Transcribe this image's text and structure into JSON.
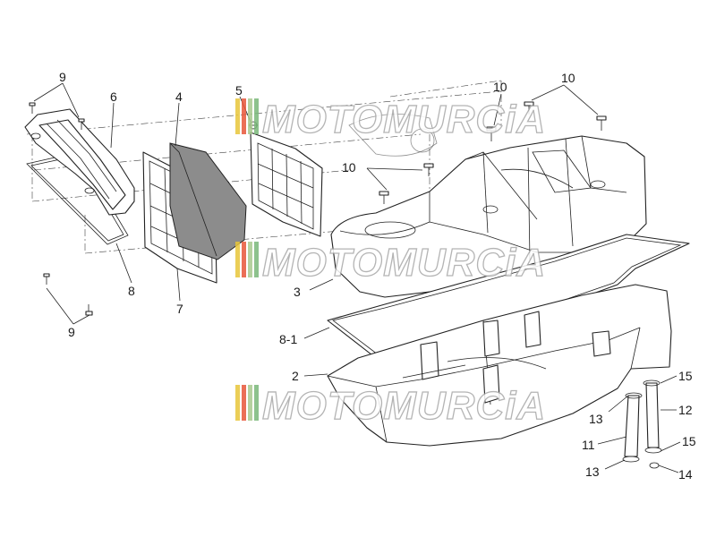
{
  "watermark": {
    "text": "MOTOMURCiA",
    "colors": [
      "#e8c63a",
      "#e8563a",
      "#a9c98f",
      "#7ab87a"
    ]
  },
  "callouts": {
    "c9_top": "9",
    "c6": "6",
    "c4": "4",
    "c5": "5",
    "c10_a": "10",
    "c10_b": "10",
    "c10_c": "10",
    "c8": "8",
    "c7": "7",
    "c9_bottom": "9",
    "c3": "3",
    "c8_1": "8-1",
    "c2": "2",
    "c15_top": "15",
    "c12": "12",
    "c13_top": "13",
    "c11": "11",
    "c15_bottom": "15",
    "c13_bottom": "13",
    "c14": "14"
  }
}
